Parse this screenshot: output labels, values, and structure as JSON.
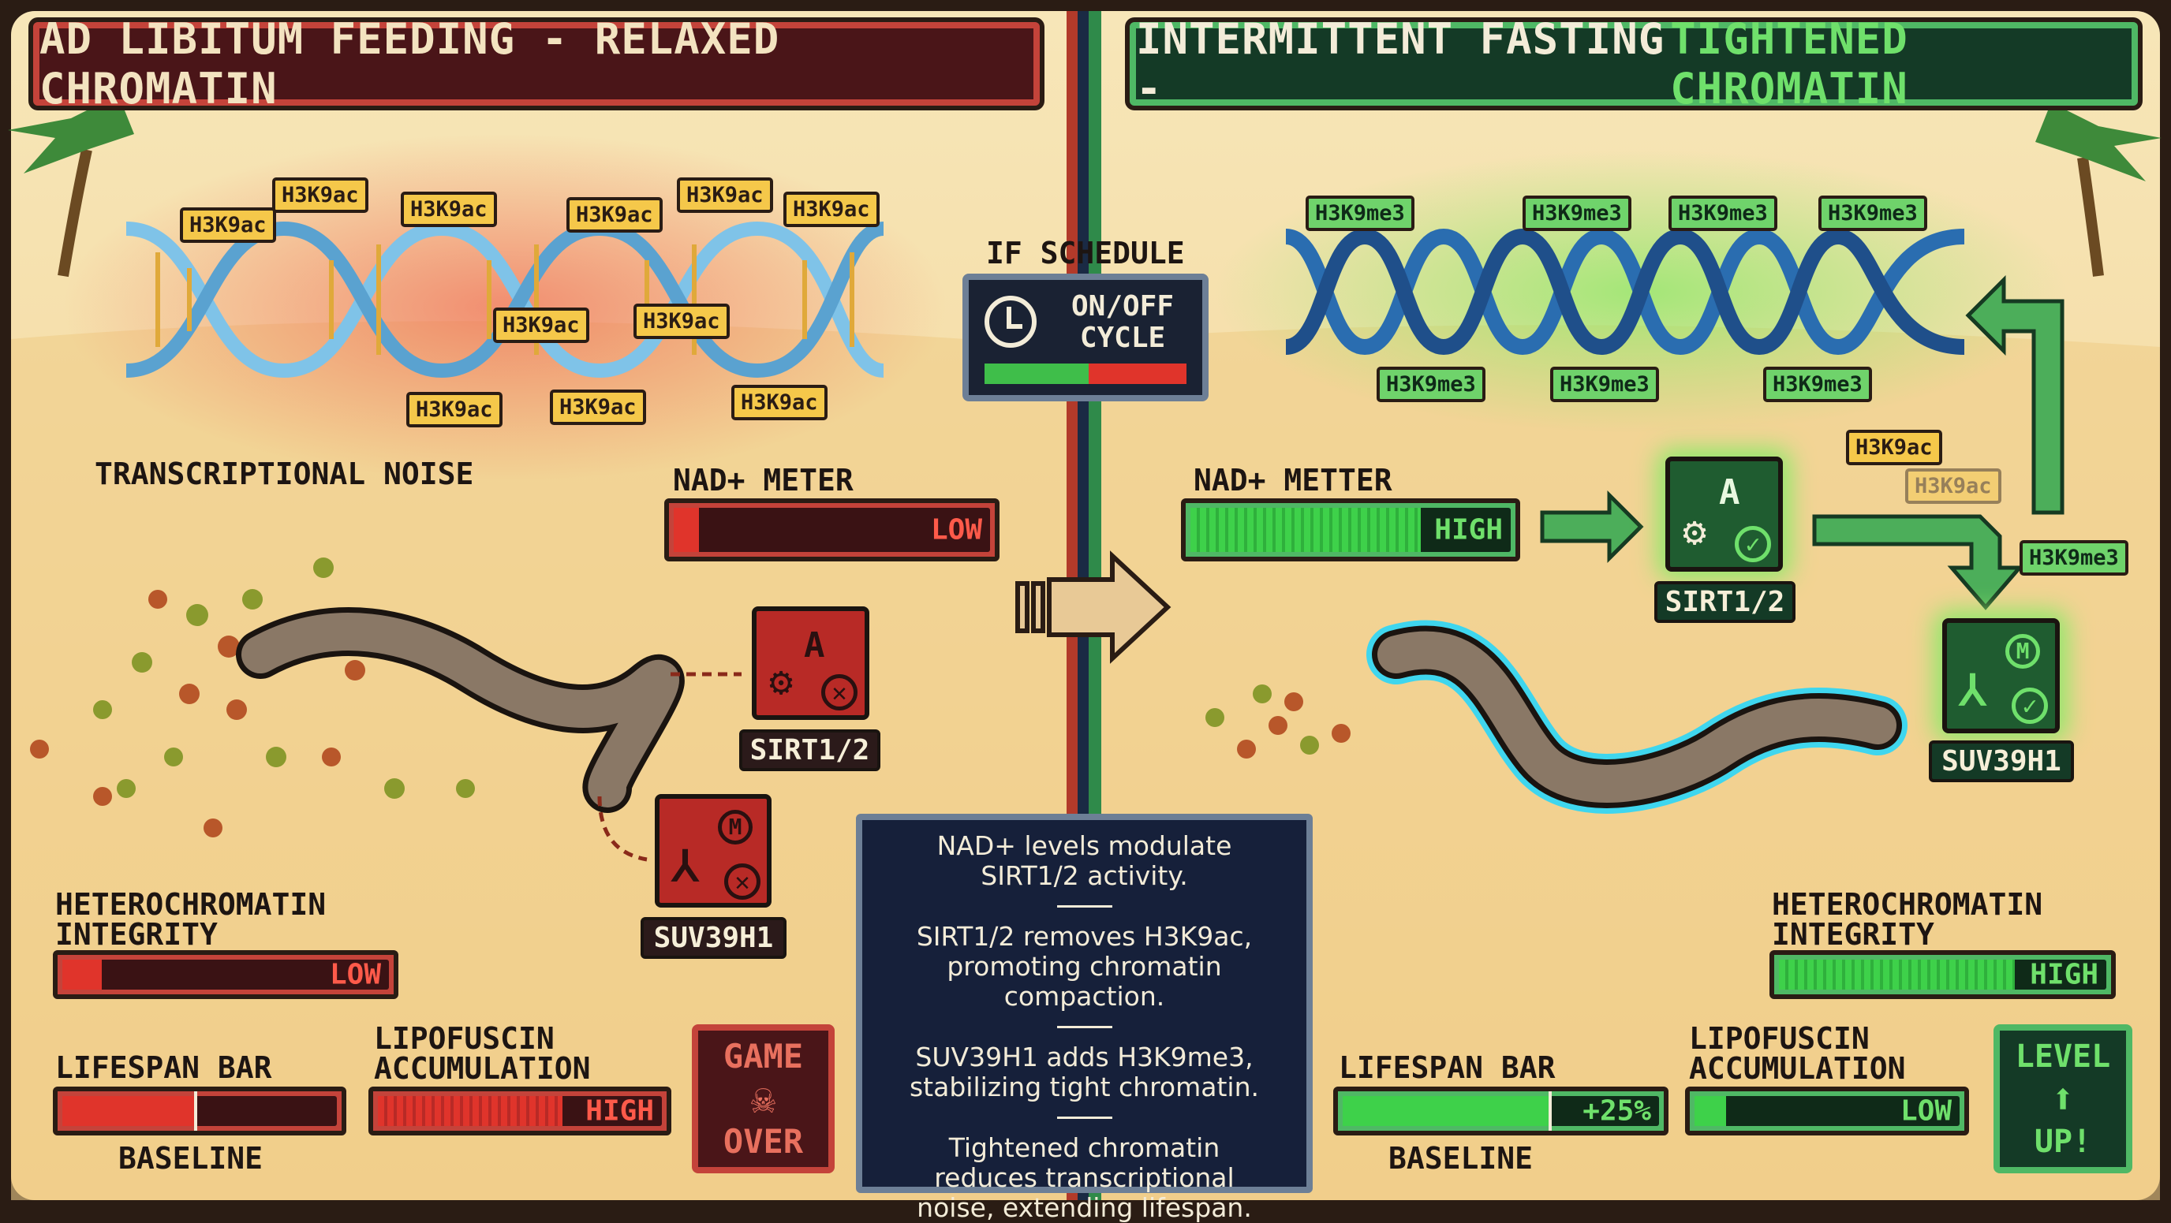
{
  "left_panel": {
    "title": "AD LIBITUM FEEDING - RELAXED CHROMATIN",
    "acetyl_marks": [
      "H3K9ac",
      "H3K9ac",
      "H3K9ac",
      "H3K9ac",
      "H3K9ac",
      "H3K9ac",
      "H3K9ac",
      "H3K9ac",
      "H3K9ac",
      "H3K9ac",
      "H3K9ac"
    ],
    "noise_label": "TRANSCRIPTIONAL NOISE",
    "nad_meter": {
      "label": "NAD+ METER",
      "status": "LOW",
      "level": 0.08
    },
    "sirt": {
      "label": "SIRT1/2",
      "state": "inactive"
    },
    "suv": {
      "label": "SUV39H1",
      "state": "inactive"
    },
    "heterochromatin": {
      "label": "HETEROCHROMATIN INTEGRITY",
      "status": "LOW",
      "level": 0.12
    },
    "lifespan": {
      "label": "LIFESPAN BAR",
      "baseline_label": "BASELINE",
      "level": 0.48
    },
    "lipofuscin": {
      "label": "LIPOFUSCIN ACCUMULATION",
      "status": "HIGH",
      "level": 0.65
    },
    "badge": {
      "line1": "GAME",
      "line2": "OVER"
    },
    "colors": {
      "accent": "#d63a2f",
      "banner_bg": "#4a1518"
    }
  },
  "center": {
    "schedule_title": "IF SCHEDULE",
    "schedule_text": "ON/OFF CYCLE",
    "info": [
      "NAD+ levels modulate SIRT1/2 activity.",
      "SIRT1/2 removes H3K9ac, promoting chromatin compaction.",
      "SUV39H1 adds H3K9me3, stabilizing tight chromatin.",
      "Tightened chromatin reduces transcriptional noise, extending lifespan."
    ]
  },
  "right_panel": {
    "title_a": "INTERMITTENT FASTING - ",
    "title_b": "TIGHTENED CHROMATIN",
    "methyl_marks": [
      "H3K9me3",
      "H3K9me3",
      "H3K9me3",
      "H3K9me3",
      "H3K9me3",
      "H3K9me3",
      "H3K9me3"
    ],
    "nad_meter": {
      "label": "NAD+ METTER",
      "status": "HIGH",
      "level": 0.82
    },
    "sirt": {
      "label": "SIRT1/2",
      "state": "active",
      "removed_mark": "H3K9ac",
      "faded_mark": "H3K9ac"
    },
    "suv": {
      "label": "SUV39H1",
      "state": "active",
      "added_mark": "H3K9me3"
    },
    "heterochromatin": {
      "label": "HETEROCHROMATIN INTEGRITY",
      "status": "HIGH",
      "level": 0.9
    },
    "lifespan": {
      "label": "LIFESPAN BAR",
      "baseline_label": "BASELINE",
      "change": "+25%",
      "level": 0.65
    },
    "lipofuscin": {
      "label": "LIPOFUSCIN ACCUMULATION",
      "status": "LOW",
      "level": 0.12
    },
    "badge": {
      "line1": "LEVEL",
      "line2": "UP!"
    },
    "colors": {
      "accent": "#5fd35a",
      "banner_bg": "#143a26"
    }
  }
}
